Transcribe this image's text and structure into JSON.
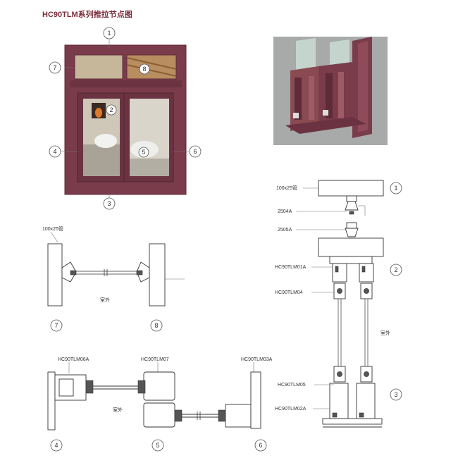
{
  "title": "HC90TLM系列推拉节点图",
  "markers": [
    "1",
    "2",
    "3",
    "4",
    "5",
    "6",
    "7",
    "8"
  ],
  "profiles": {
    "tube": "100x25管",
    "p2504a": "2504A",
    "p2505a": "2505A",
    "hc01a": "HC90TLM01A",
    "hc04": "HC90TLM04",
    "hc05": "HC90TLM05",
    "hc02a": "HC90TLM02A",
    "hc06a": "HC90TLM06A",
    "hc07": "HC90TLM07",
    "hc03a": "HC90TLM03A"
  },
  "outside_label": "室外",
  "colors": {
    "frame": "#7a3b4b",
    "frame_dark": "#5e2b38",
    "glass": "#c9d0cc",
    "render_bg": "#a7aaa9",
    "profile_metal": "#8a4a52"
  }
}
